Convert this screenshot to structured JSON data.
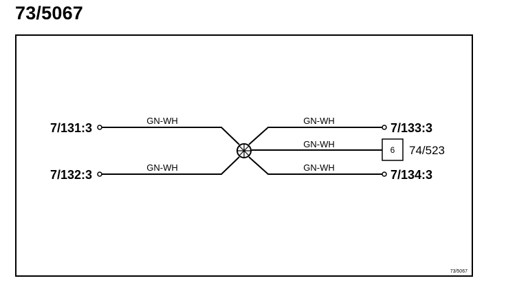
{
  "title": "73/5067",
  "footer_ref": "73/5067",
  "colors": {
    "line": "#000000",
    "background": "#ffffff"
  },
  "splice": {
    "icon": "splice-icon"
  },
  "left_nodes": [
    {
      "label": "7/131:3",
      "wire": "GN-WH"
    },
    {
      "label": "7/132:3",
      "wire": "GN-WH"
    }
  ],
  "right_nodes": [
    {
      "label": "7/133:3",
      "wire": "GN-WH"
    },
    {
      "label": "7/134:3",
      "wire": "GN-WH"
    }
  ],
  "connector": {
    "pin": "6",
    "label": "74/523",
    "wire": "GN-WH"
  }
}
